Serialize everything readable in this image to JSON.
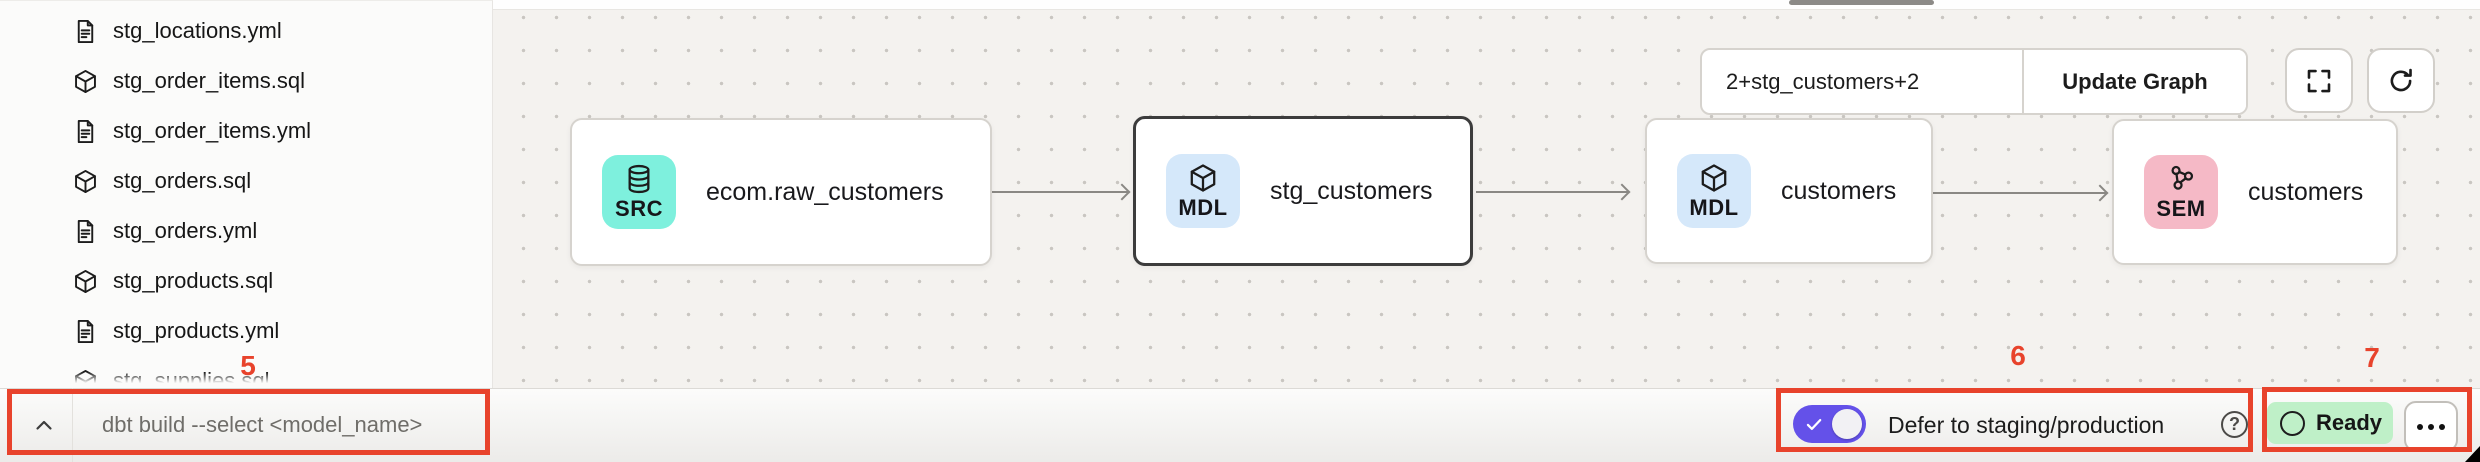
{
  "colors": {
    "annotation_red": "#e8432c",
    "badge_src_bg": "#7ef0dd",
    "badge_mdl_bg": "#d5e8fa",
    "badge_sem_bg": "#f5b9c6",
    "toggle_on_bg": "#6451e9",
    "ready_bg": "#bff0c8"
  },
  "sidebar": {
    "files": [
      {
        "name": "stg_locations.yml",
        "kind": "yml"
      },
      {
        "name": "stg_order_items.sql",
        "kind": "sql"
      },
      {
        "name": "stg_order_items.yml",
        "kind": "yml"
      },
      {
        "name": "stg_orders.sql",
        "kind": "sql"
      },
      {
        "name": "stg_orders.yml",
        "kind": "yml"
      },
      {
        "name": "stg_products.sql",
        "kind": "sql"
      },
      {
        "name": "stg_products.yml",
        "kind": "yml"
      },
      {
        "name": "stg_supplies.sql",
        "kind": "sql"
      }
    ]
  },
  "lineage": {
    "selector_value": "2+stg_customers+2",
    "update_button_label": "Update Graph",
    "nodes": [
      {
        "badge": "SRC",
        "label": "ecom.raw_customers"
      },
      {
        "badge": "MDL",
        "label": "stg_customers"
      },
      {
        "badge": "MDL",
        "label": "customers"
      },
      {
        "badge": "SEM",
        "label": "customers"
      }
    ]
  },
  "status_bar": {
    "command_placeholder": "dbt build --select <model_name>",
    "defer_label": "Defer to staging/production",
    "defer_on": true,
    "ready_label": "Ready"
  },
  "annotations": {
    "step5": "5",
    "step6": "6",
    "step7": "7"
  }
}
